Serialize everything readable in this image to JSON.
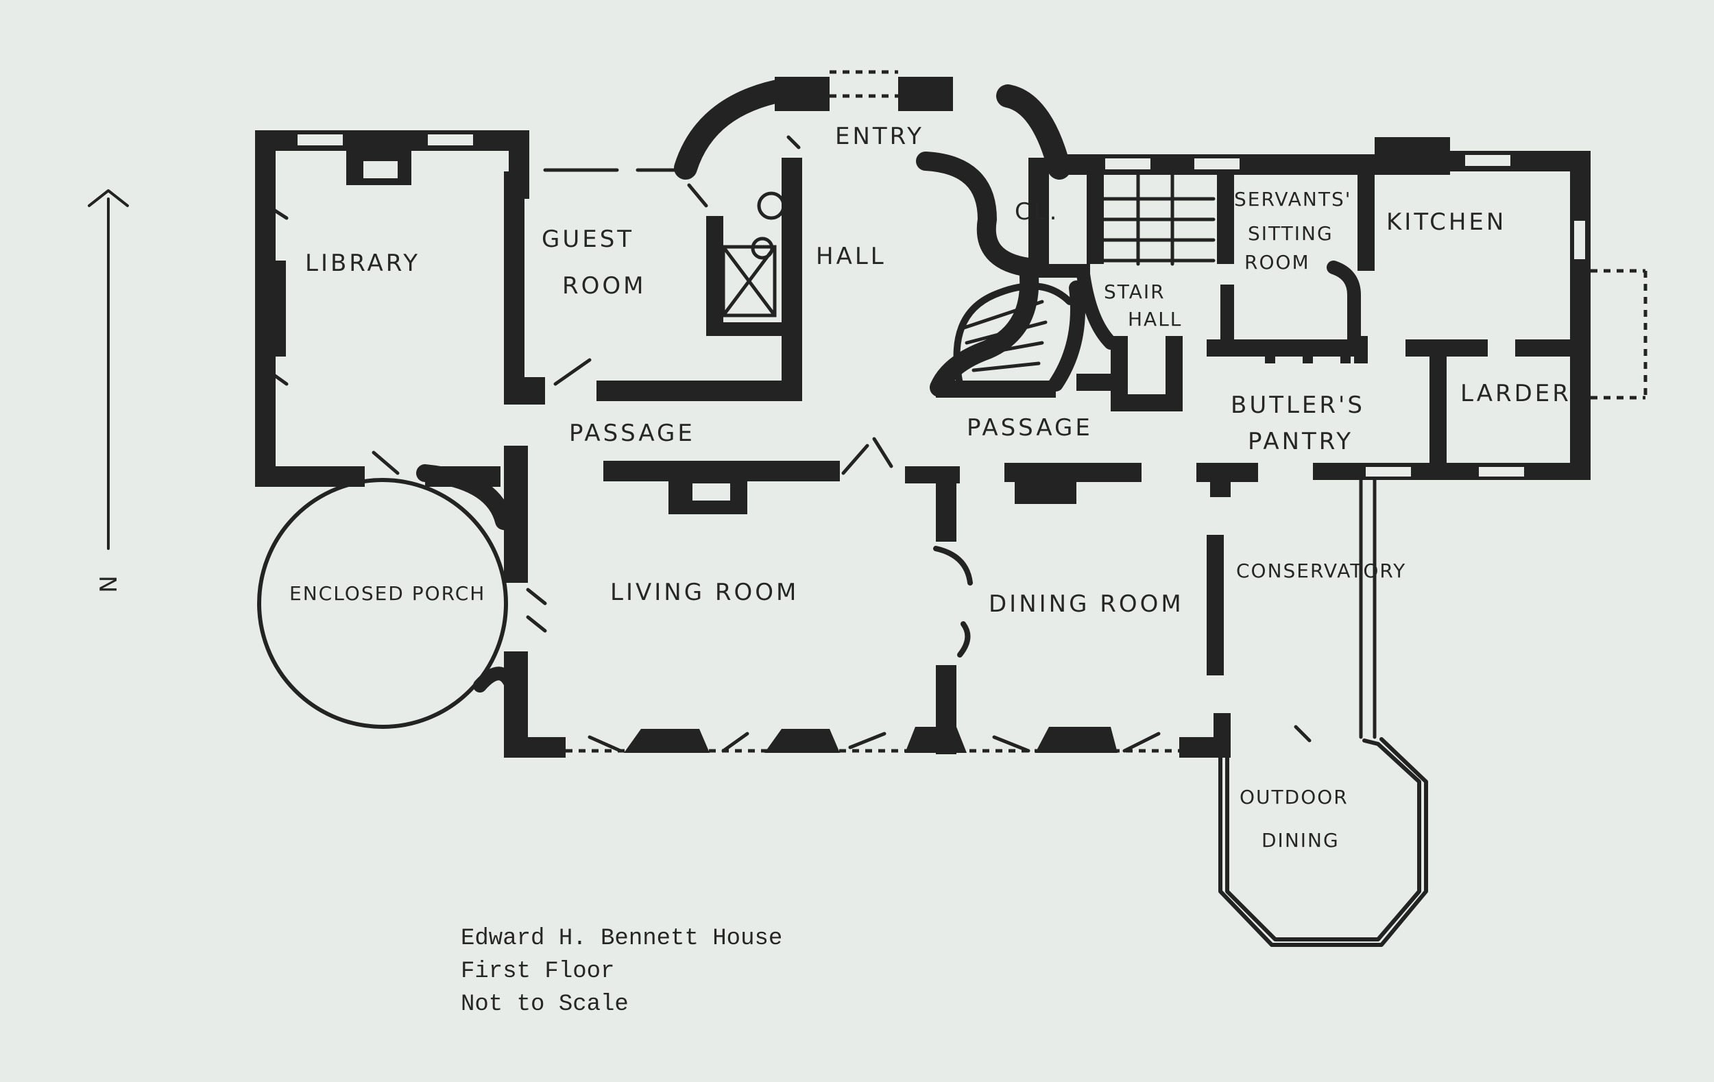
{
  "rooms": {
    "library": "LIBRARY",
    "guest_room_1": "GUEST",
    "guest_room_2": "ROOM",
    "entry": "ENTRY",
    "hall": "HALL",
    "closet": "CL.",
    "servants_1": "SERVANTS'",
    "servants_2": "SITTING",
    "servants_3": "ROOM",
    "kitchen": "KITCHEN",
    "stair_hall_1": "STAIR",
    "stair_hall_2": "HALL",
    "larder": "LARDER",
    "passage_west": "PASSAGE",
    "passage_east": "PASSAGE",
    "butlers_1": "BUTLER'S",
    "butlers_2": "PANTRY",
    "enclosed_porch": "ENCLOSED PORCH",
    "living_room": "LIVING ROOM",
    "dining_room": "DINING ROOM",
    "conservatory": "CONSERVATORY",
    "outdoor_1": "OUTDOOR",
    "outdoor_2": "DINING"
  },
  "north_label": "N",
  "caption": {
    "line1": "Edward H. Bennett House",
    "line2": "First Floor",
    "line3": "Not to Scale"
  }
}
